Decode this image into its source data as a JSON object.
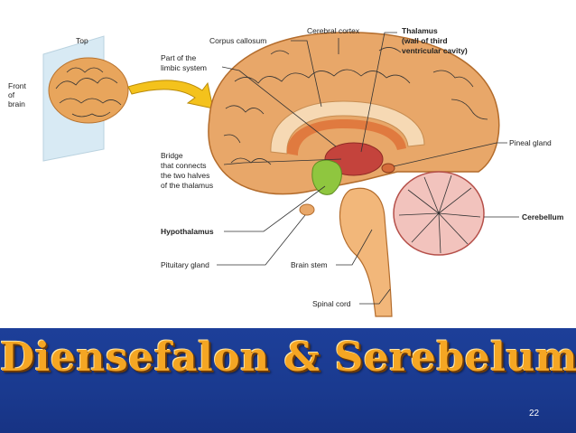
{
  "inset": {
    "top_label": "Top",
    "front_label_lines": [
      "Front",
      "of",
      "brain"
    ]
  },
  "labels": {
    "corpus_callosum": "Corpus callosum",
    "cerebral_cortex": "Cerebral cortex",
    "thalamus_lines": [
      "Thalamus",
      "(wall of third",
      "ventricular cavity)"
    ],
    "limbic_lines": [
      "Part of the",
      "limbic system"
    ],
    "pineal_gland": "Pineal gland",
    "bridge_lines": [
      "Bridge",
      "that connects",
      "the two halves",
      "of the thalamus"
    ],
    "cerebellum": "Cerebellum",
    "hypothalamus": "Hypothalamus",
    "pituitary_gland": "Pituitary gland",
    "brain_stem": "Brain stem",
    "spinal_cord": "Spinal cord"
  },
  "banner": {
    "title": "Diensefalon & Serebelum",
    "page_number": "22"
  },
  "colors": {
    "banner_blue": "#1a3a8f",
    "title_orange": "#f5a623",
    "brain_tan": "#e8a769",
    "thalamus_red": "#c4433c",
    "hypothalamus_green": "#8fc63f",
    "cerebellum_pink": "#f2c3bd"
  }
}
